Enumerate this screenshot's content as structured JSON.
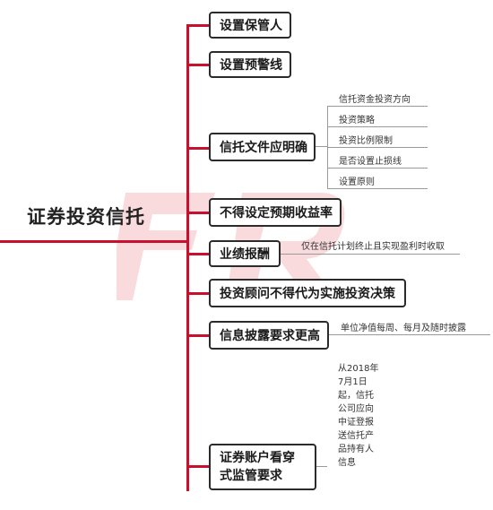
{
  "root": {
    "title": "证券投资信托"
  },
  "branches": [
    {
      "label": "设置保管人"
    },
    {
      "label": "设置预警线"
    },
    {
      "label": "信托文件应明确",
      "children": [
        "信托资金投资方向",
        "投资策略",
        "投资比例限制",
        "是否设置止损线",
        "设置原则"
      ]
    },
    {
      "label": "不得设定预期收益率"
    },
    {
      "label": "业绩报酬",
      "note": "仅在信托计划终止且实现盈利时收取"
    },
    {
      "label": "投资顾问不得代为实施投资决策"
    },
    {
      "label": "信息披露要求更高",
      "note": "单位净值每周、每月及随时披露"
    },
    {
      "label": "证券账户看穿式监管要求",
      "note_lines": [
        "从2018年",
        "7月1日",
        "起，信托",
        "公司应向",
        "中证登报",
        "送信托产",
        "品持有人",
        "信息"
      ]
    }
  ],
  "colors": {
    "accent": "#c8102e",
    "border": "#2b2b2b",
    "watermark": "#f4b8bd"
  }
}
